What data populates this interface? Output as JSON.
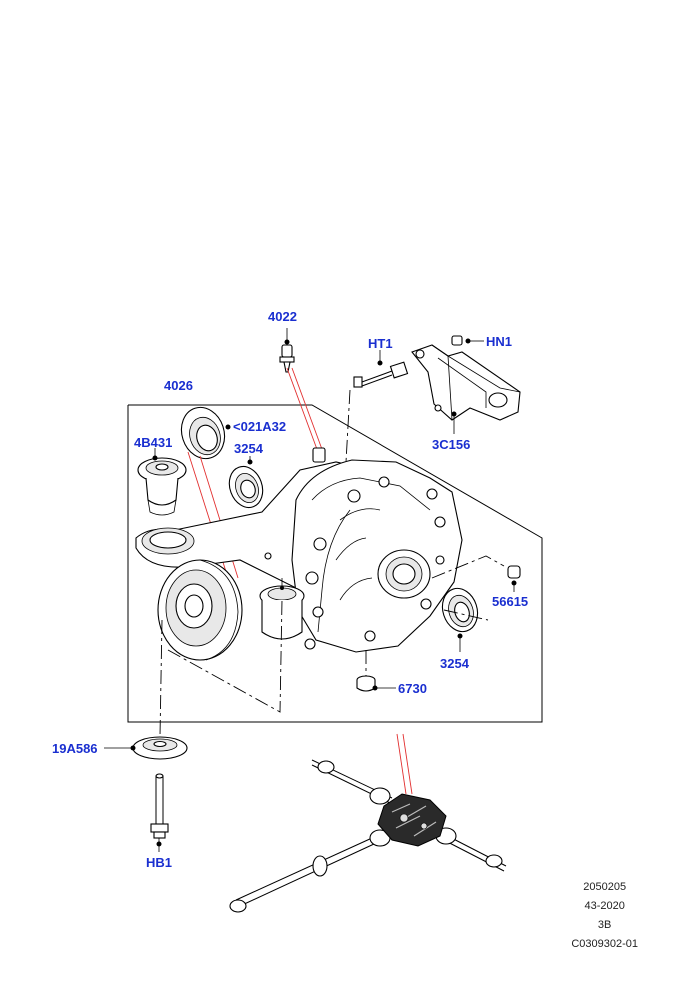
{
  "callouts": {
    "c4022": "4022",
    "cHT1": "HT1",
    "cHN1": "HN1",
    "c4026": "4026",
    "c021A32": "<021A32",
    "c4B431": "4B431",
    "c3254a": "3254",
    "c3C156": "3C156",
    "c56615": "56615",
    "c3254b": "3254",
    "c6730": "6730",
    "c19A586": "19A586",
    "cHB1": "HB1"
  },
  "reference": {
    "line1": "2050205",
    "line2": "43-2020",
    "line3": "3B",
    "line4": "C0309302-01"
  },
  "colors": {
    "callout": "#1a2fd0",
    "leader_red": "#e23030"
  }
}
